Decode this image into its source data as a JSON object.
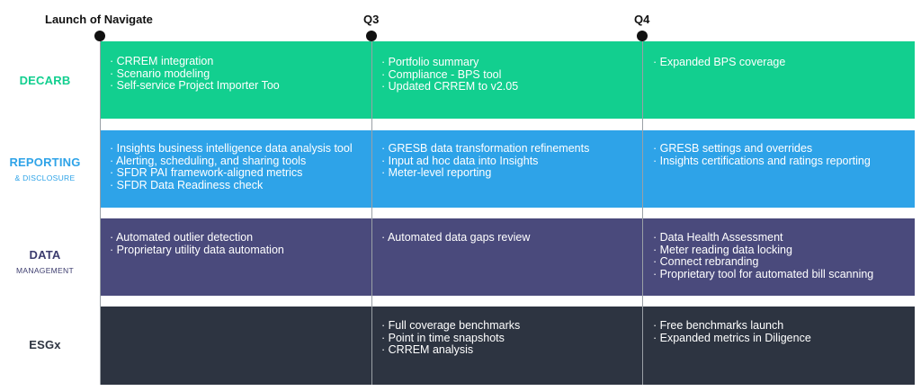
{
  "milestones": {
    "launch": "Launch of Navigate",
    "q3": "Q3",
    "q4": "Q4"
  },
  "rows": {
    "decarb": {
      "title": "DECARB",
      "subtitle": "",
      "color": "#12cf8f",
      "title_color": "#12cf8f",
      "col1": [
        "· CRREM integration",
        "· Scenario modeling",
        "· Self-service Project Importer Too"
      ],
      "col2": [
        "· Portfolio summary",
        "· Compliance - BPS tool",
        "· Updated CRREM to v2.05"
      ],
      "col3": [
        "· Expanded BPS coverage"
      ]
    },
    "reporting": {
      "title": "REPORTING",
      "subtitle": "& Disclosure",
      "color": "#2ea3e8",
      "title_color": "#2ea3e8",
      "col1": [
        "· Insights business intelligence data analysis tool",
        "· Alerting, scheduling, and sharing tools",
        "· SFDR PAI framework-aligned metrics",
        "· SFDR Data Readiness check"
      ],
      "col2": [
        "· GRESB data transformation refinements",
        "· Input ad hoc data into Insights",
        "· Meter-level reporting"
      ],
      "col3": [
        "· GRESB settings and overrides",
        "· Insights certifications and ratings reporting"
      ]
    },
    "data": {
      "title": "DATA",
      "subtitle": "Management",
      "color": "#4a4a7c",
      "title_color": "#3c3c6e",
      "col1": [
        "· Automated outlier detection",
        "· Proprietary utility data automation"
      ],
      "col2": [
        "· Automated data gaps review"
      ],
      "col3": [
        "· Data Health Assessment",
        "· Meter reading data locking",
        "· Connect rebranding",
        "· Proprietary tool for automated bill scanning"
      ]
    },
    "esgx": {
      "title": "ESGx",
      "subtitle": "",
      "color": "#2d3441",
      "title_color": "#2d3441",
      "col1": [],
      "col2": [
        "· Full coverage benchmarks",
        "· Point in time snapshots",
        "· CRREM analysis"
      ],
      "col3": [
        "· Free benchmarks launch",
        "· Expanded metrics in Diligence"
      ]
    }
  }
}
